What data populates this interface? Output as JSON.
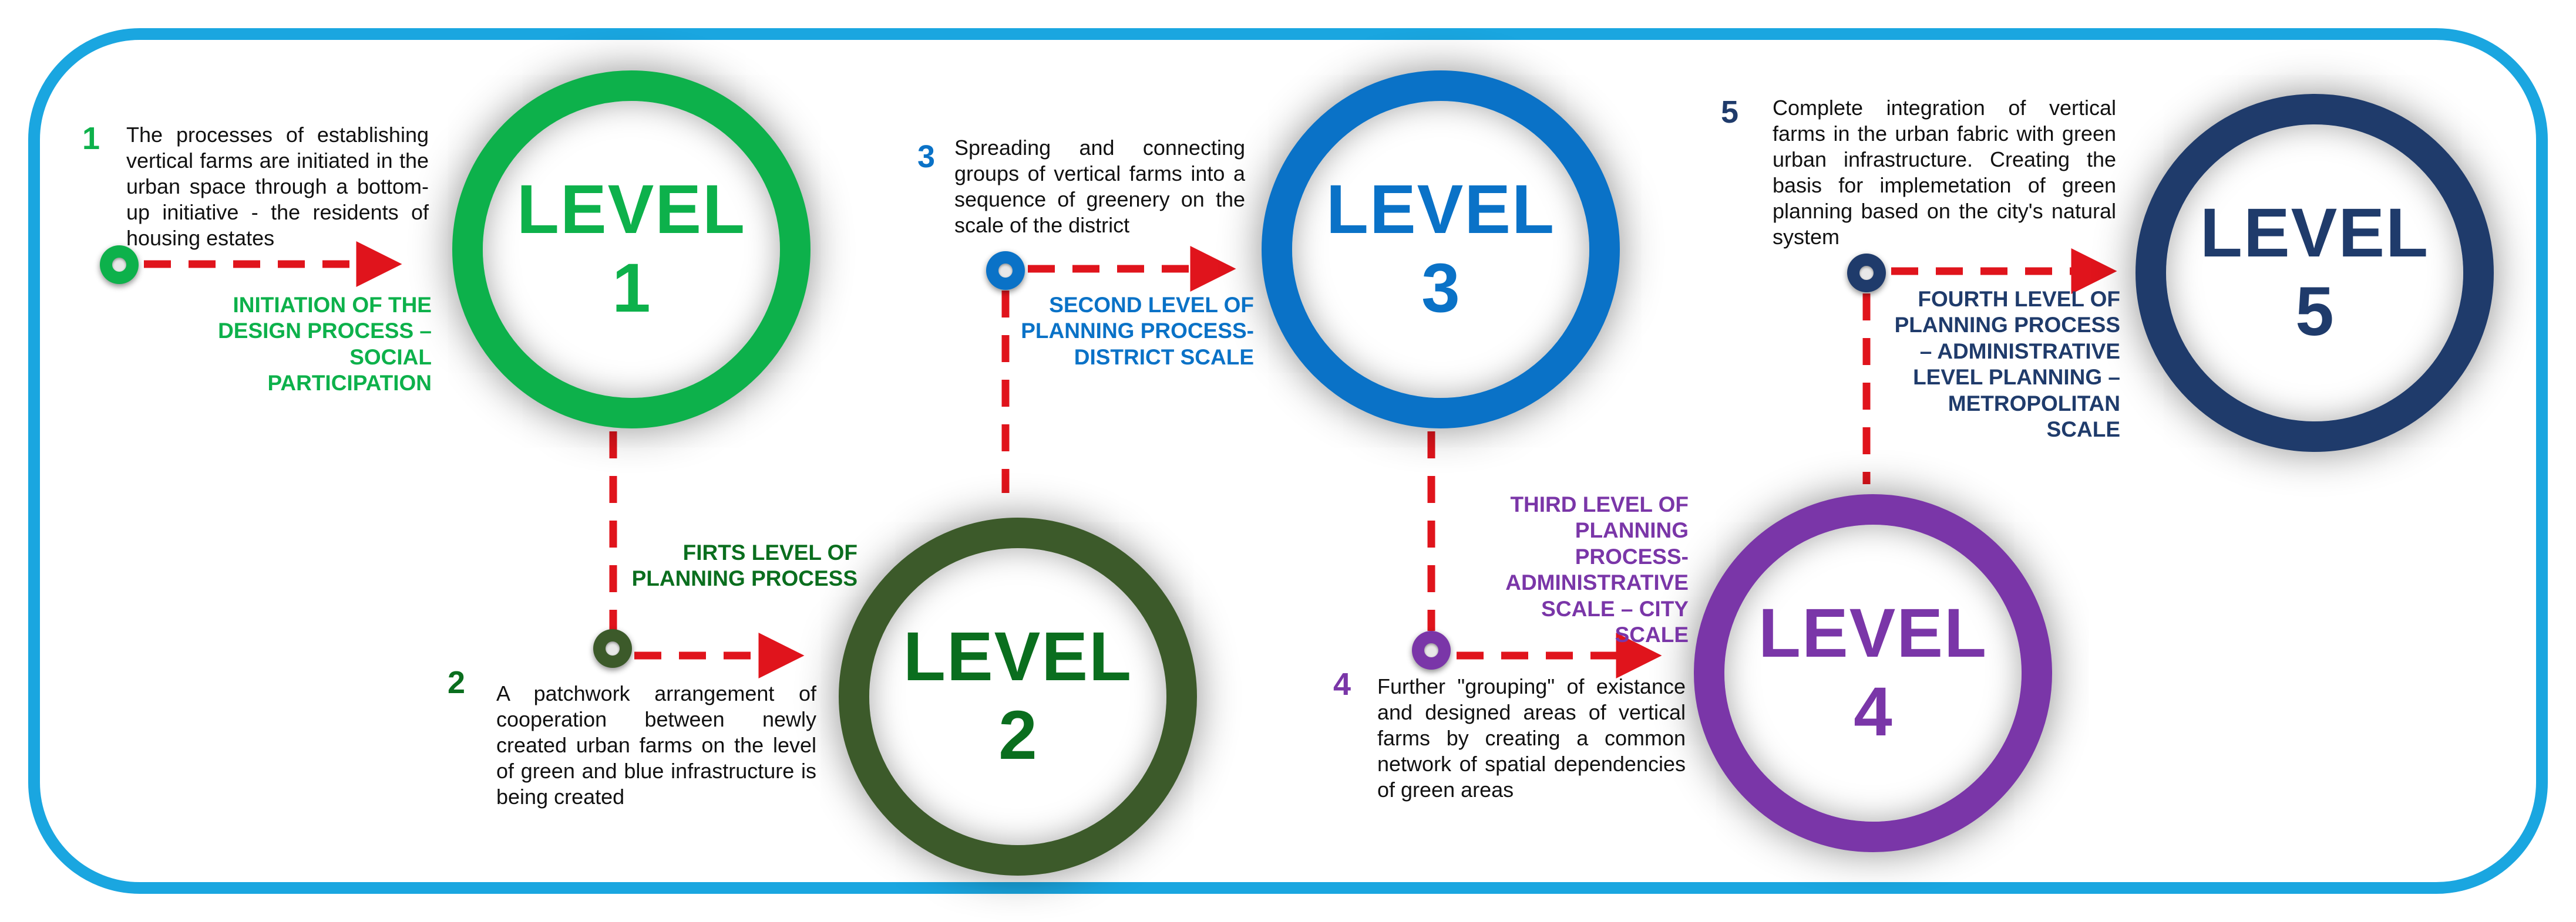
{
  "colors": {
    "frame": "#1aa6e0",
    "arrow": "#e0141c",
    "level1": "#0db14b",
    "level2": "#3c5a2a",
    "level2_text": "#0a6e1e",
    "level3": "#0a72c7",
    "level4": "#7a36a8",
    "level5": "#1f3b6b"
  },
  "levels": [
    {
      "word": "LEVEL",
      "number": "1"
    },
    {
      "word": "LEVEL",
      "number": "2"
    },
    {
      "word": "LEVEL",
      "number": "3"
    },
    {
      "word": "LEVEL",
      "number": "4"
    },
    {
      "word": "LEVEL",
      "number": "5"
    }
  ],
  "steps": [
    {
      "number": "1",
      "description": "The processes of establishing vertical farms are initiated in the urban space through a bottom-up initiative - the residents of housing estates",
      "title": "INITIATION OF THE DESIGN PROCESS – SOCIAL PARTICIPATION"
    },
    {
      "number": "2",
      "description": "A patchwork arrangement of cooperation between newly created urban farms on the level of green and blue infrastructure is being created",
      "title": "FIRTS LEVEL OF PLANNING PROCESS"
    },
    {
      "number": "3",
      "description": "Spreading and connecting groups of vertical farms into a sequence of greenery on the scale of the district",
      "title": "SECOND LEVEL OF PLANNING PROCESS- DISTRICT SCALE"
    },
    {
      "number": "4",
      "description": "Further \"grouping\" of existance and designed areas of vertical farms by creating a common network of spatial dependencies of green areas",
      "title": "THIRD LEVEL OF PLANNING PROCESS- ADMINISTRATIVE SCALE – CITY SCALE"
    },
    {
      "number": "5",
      "description": "Complete integration of vertical farms in the urban fabric with green urban infrastructure. Creating the basis for implemetation of green planning based on the city's natural system",
      "title": "FOURTH LEVEL OF PLANNING PROCESS – ADMINISTRATIVE LEVEL PLANNING – METROPOLITAN SCALE"
    }
  ]
}
